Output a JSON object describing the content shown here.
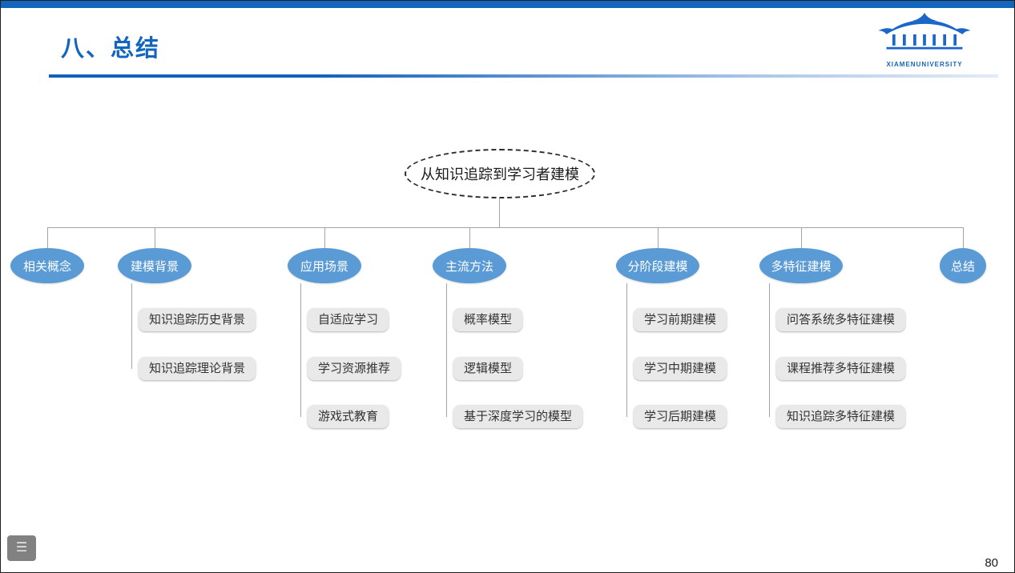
{
  "slide": {
    "title": "八、总结",
    "page_number": "80",
    "logo": {
      "text": "XIAMENUNIVERSITY"
    }
  },
  "icons": {
    "menu": "☰"
  },
  "diagram": {
    "root": "从知识追踪到学习者建模",
    "branches": [
      {
        "label": "相关概念",
        "children": []
      },
      {
        "label": "建模背景",
        "children": [
          "知识追踪历史背景",
          "知识追踪理论背景"
        ]
      },
      {
        "label": "应用场景",
        "children": [
          "自适应学习",
          "学习资源推荐",
          "游戏式教育"
        ]
      },
      {
        "label": "主流方法",
        "children": [
          "概率模型",
          "逻辑模型",
          "基于深度学习的模型"
        ]
      },
      {
        "label": "分阶段建模",
        "children": [
          "学习前期建模",
          "学习中期建模",
          "学习后期建模"
        ]
      },
      {
        "label": "多特征建模",
        "children": [
          "问答系统多特征建模",
          "课程推荐多特征建模",
          "知识追踪多特征建模"
        ]
      },
      {
        "label": "总结",
        "children": []
      }
    ]
  },
  "colors": {
    "accent_blue": "#1266bd",
    "node_blue": "#5b9bd5",
    "child_gray": "#e9e9e9",
    "line_gray": "#a3a3a3"
  }
}
